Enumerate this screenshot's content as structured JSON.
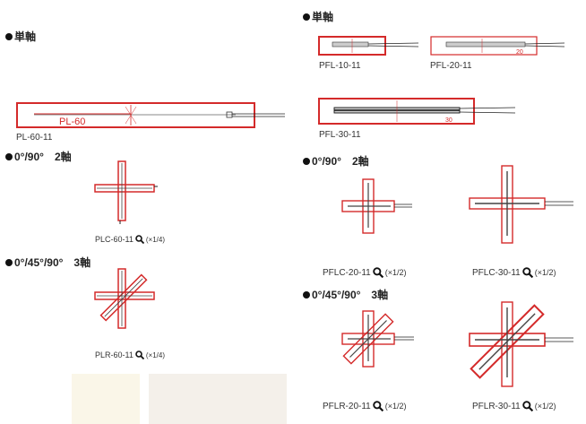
{
  "colors": {
    "frame": "#d42a2a",
    "grid": "#555555",
    "lead": "#222222",
    "swatch_a": "#faf6e8",
    "swatch_b": "#f4f0ea"
  },
  "left": {
    "sections": {
      "uniaxial": "単軸",
      "biaxial": "0°/90°　2軸",
      "triaxial": "0°/45°/90°　3軸"
    },
    "gauges": {
      "pl60": {
        "code": "PL-60-11",
        "inlabel": "PL-60"
      },
      "plc60": {
        "code": "PLC-60-11",
        "scale": "(×1/4)"
      },
      "plr60": {
        "code": "PLR-60-11",
        "scale": "(×1/4)"
      }
    }
  },
  "right": {
    "sections": {
      "uniaxial": "単軸",
      "biaxial": "0°/90°　2軸",
      "triaxial": "0°/45°/90°　3軸"
    },
    "gauges": {
      "pfl10": {
        "code": "PFL-10-11"
      },
      "pfl20": {
        "code": "PFL-20-11",
        "inlabel": "20"
      },
      "pfl30": {
        "code": "PFL-30-11",
        "inlabel": "30"
      },
      "pflc20": {
        "code": "PFLC-20-11",
        "scale": "(×1/2)"
      },
      "pflc30": {
        "code": "PFLC-30-11",
        "scale": "(×1/2)"
      },
      "pflr20": {
        "code": "PFLR-20-11",
        "scale": "(×1/2)"
      },
      "pflr30": {
        "code": "PFLR-30-11",
        "scale": "(×1/2)"
      }
    }
  },
  "icons": {
    "zoom": "magnifier-icon"
  }
}
